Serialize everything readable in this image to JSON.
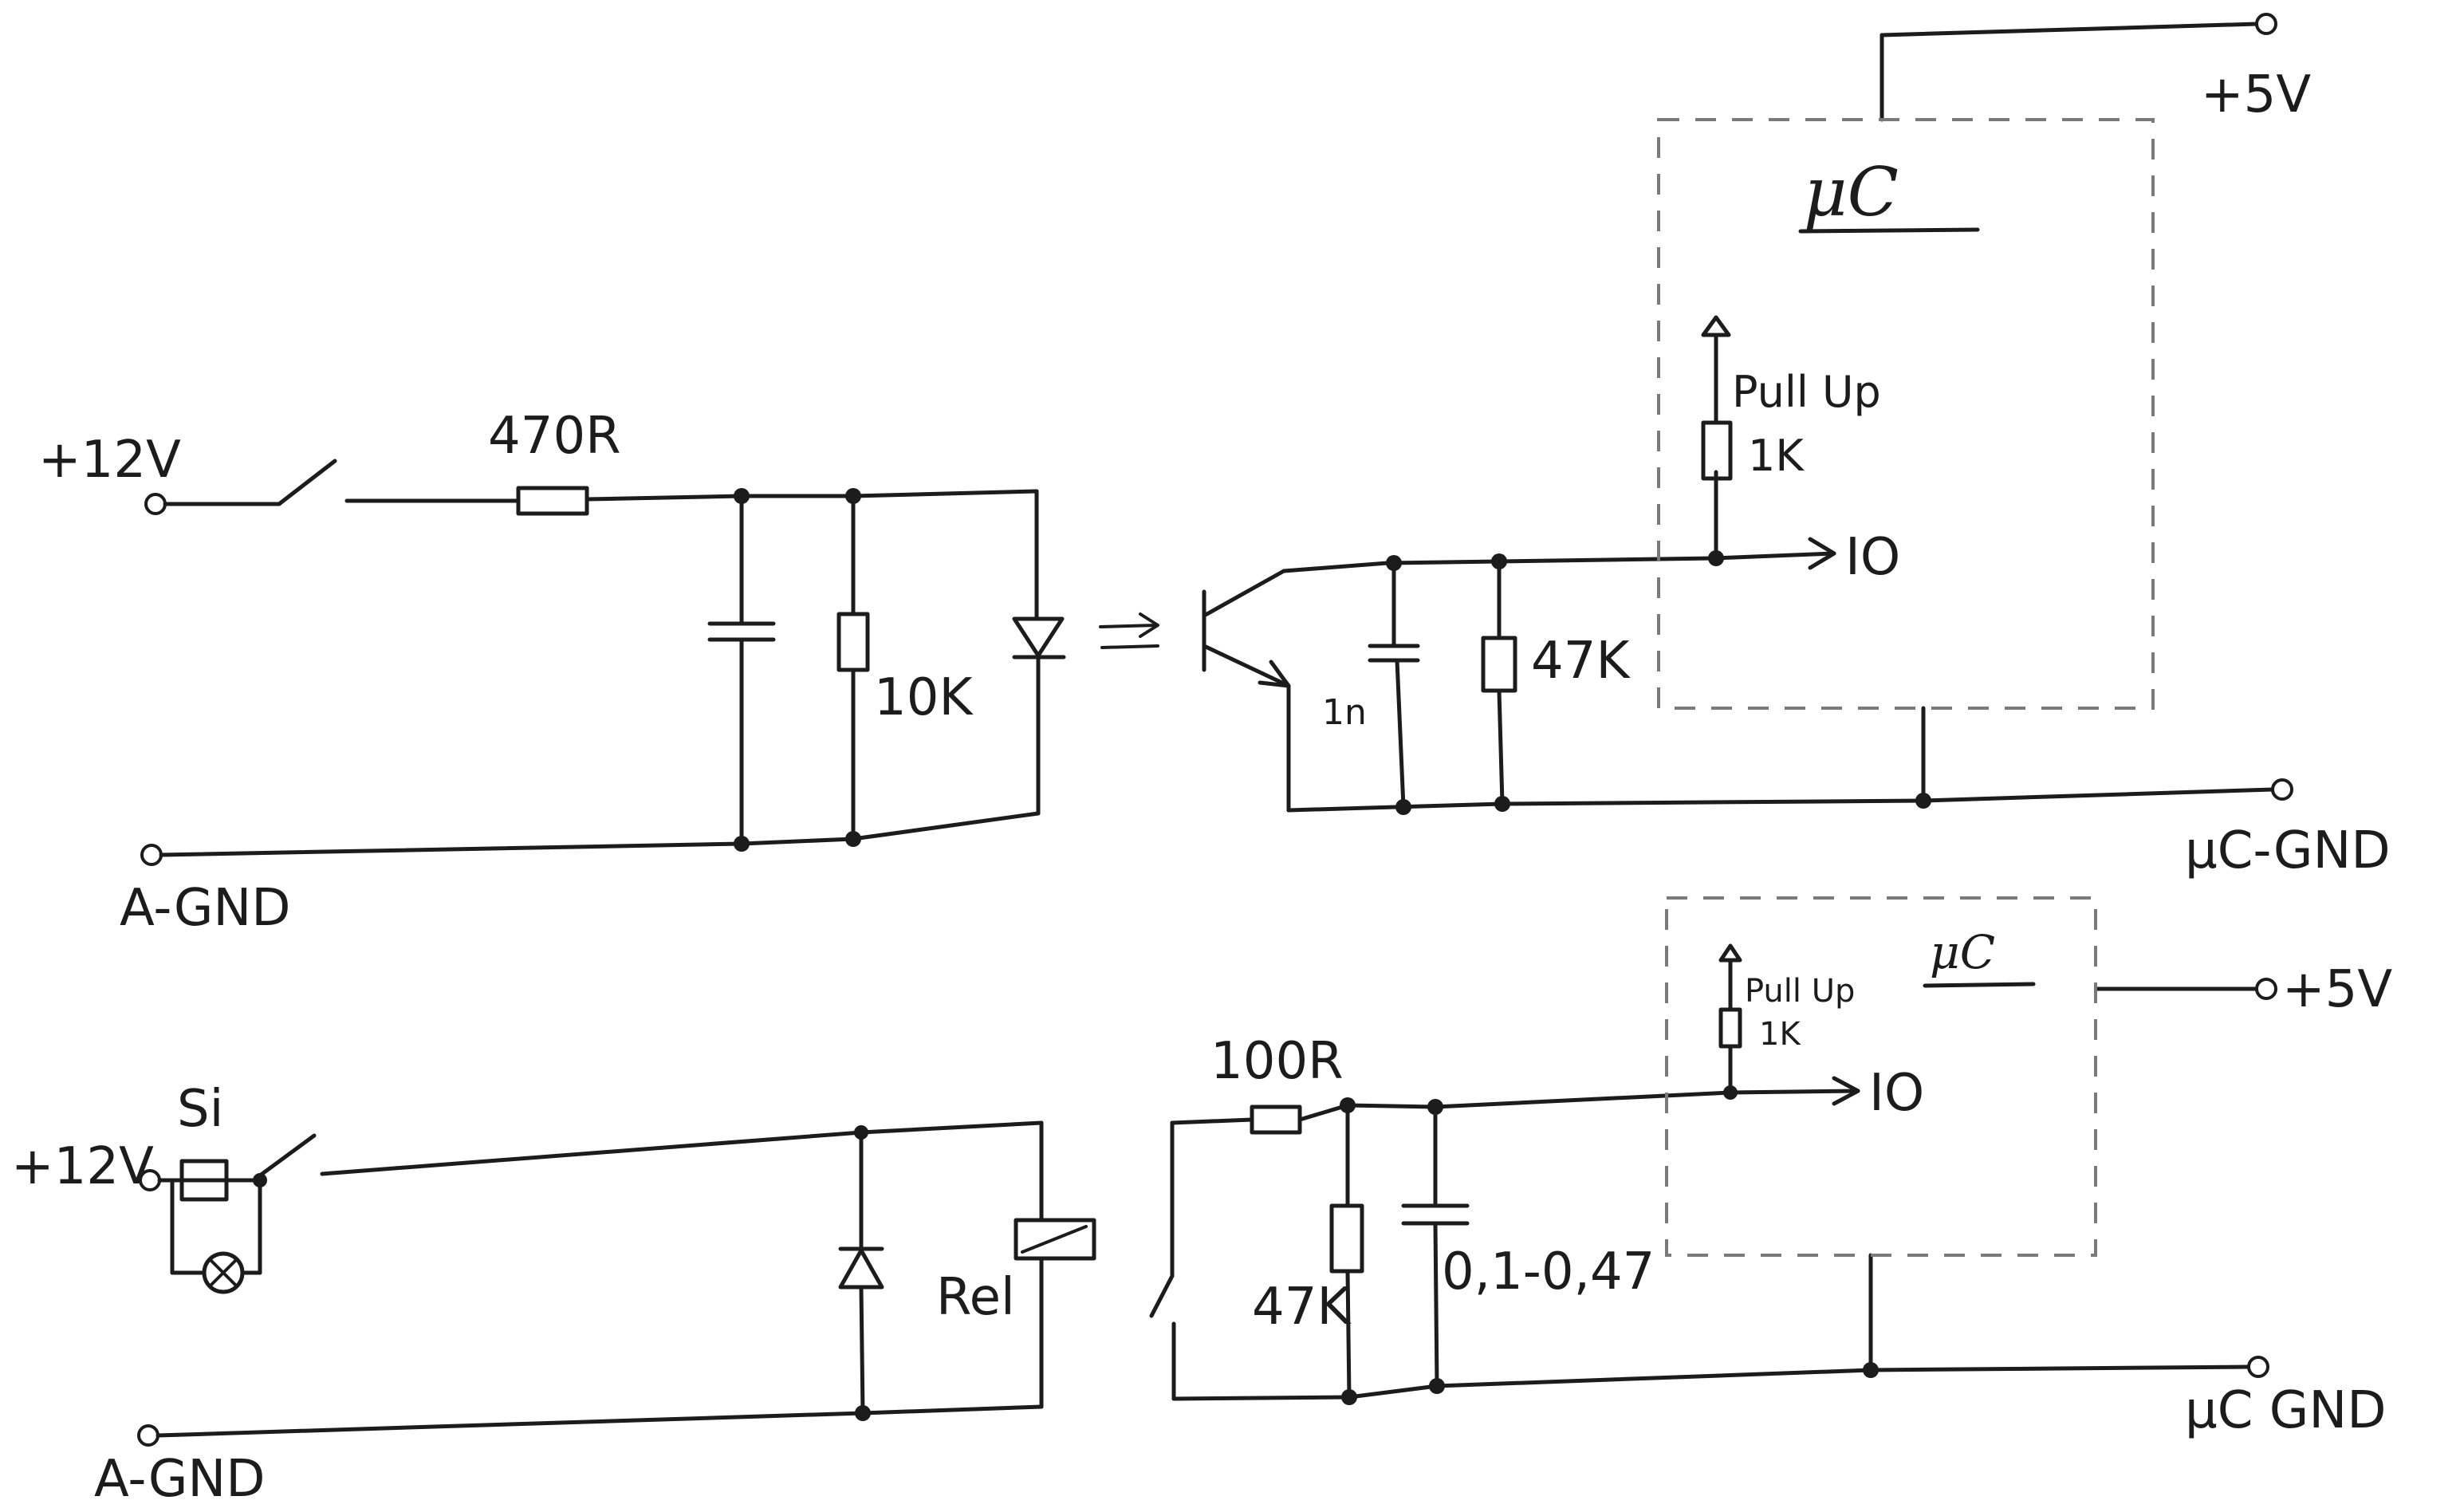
{
  "circuit_top": {
    "supply_label": "+12V",
    "ground_label": "A-GND",
    "series_resistor": "470R",
    "shunt_resistor": "10K",
    "filter_cap": "1n",
    "pulldown_resistor": "47K",
    "pullup_text": "Pull Up",
    "pullup_value": "1K",
    "io_label": "IO",
    "mcu_label": "μC",
    "mcu_supply": "+5V",
    "mcu_ground": "μC-GND"
  },
  "circuit_bottom": {
    "supply_label": "+12V",
    "fuse_label": "Si",
    "ground_label": "A-GND",
    "relay_label": "Rel",
    "series_resistor": "100R",
    "pulldown_resistor": "47K",
    "cap_value": "0,1-0,47",
    "pullup_text": "Pull Up",
    "pullup_value": "1K",
    "io_label": "IO",
    "mcu_label": "μC",
    "mcu_supply": "+5V",
    "mcu_ground": "μC GND"
  }
}
